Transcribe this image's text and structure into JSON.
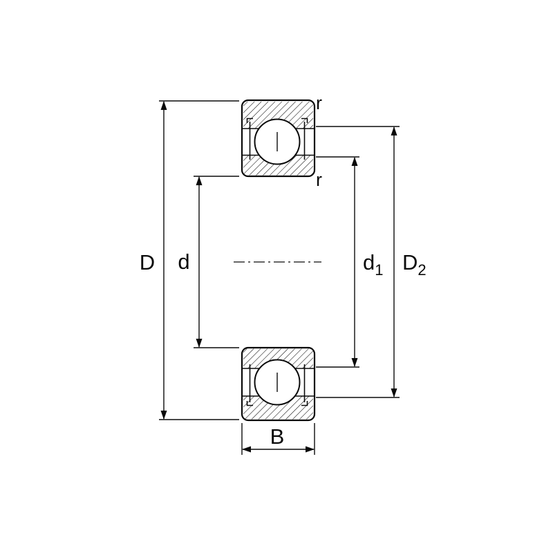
{
  "diagram": {
    "type": "bearing-cross-section-dimension-drawing",
    "labels": {
      "outer_diameter": "D",
      "bore": "d",
      "d1": {
        "base": "d",
        "sub": "1"
      },
      "d2": {
        "base": "D",
        "sub": "2"
      },
      "width": "B",
      "corner_radius_outer": "r",
      "corner_radius_inner": "r"
    },
    "colors": {
      "ink": "#0a0a0a",
      "background": "#ffffff"
    }
  }
}
